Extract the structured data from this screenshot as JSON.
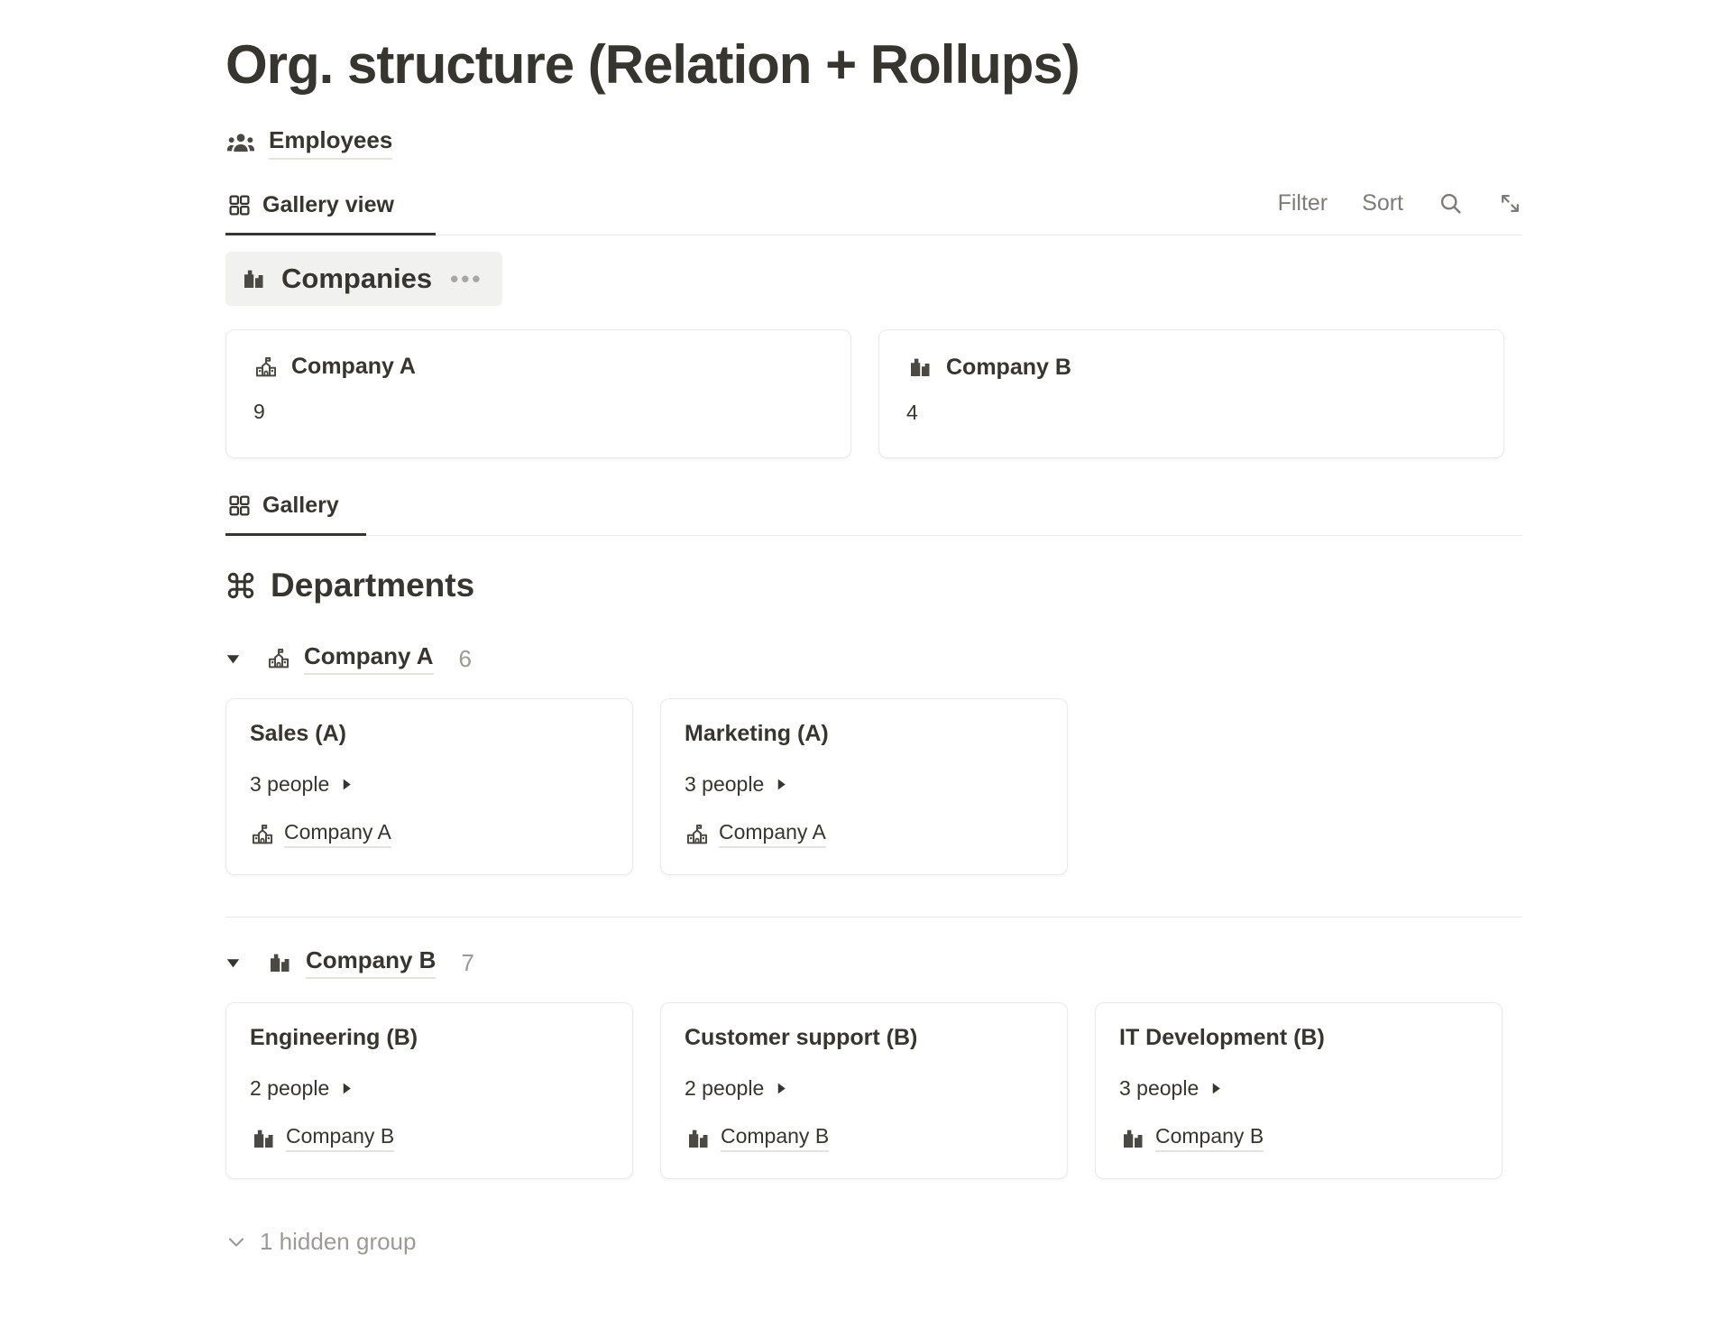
{
  "colors": {
    "text": "#37352f",
    "muted": "#7d7c78",
    "count_gray": "#9b9a97",
    "border": "#e9e9e7",
    "pill_bg": "#f1f1ef"
  },
  "page": {
    "title": "Org. structure (Relation + Rollups)"
  },
  "employees_link": {
    "icon": "people-icon",
    "label": "Employees"
  },
  "toolbar": {
    "tab": {
      "icon": "gallery-icon",
      "label": "Gallery view"
    },
    "filter_label": "Filter",
    "sort_label": "Sort",
    "icons": [
      "search-icon",
      "expand-icon"
    ]
  },
  "companies_section": {
    "header": {
      "icon": "buildings-icon",
      "label": "Companies",
      "menu_glyph": "•••"
    },
    "cards": [
      {
        "icon": "school-icon",
        "title": "Company A",
        "value": "9"
      },
      {
        "icon": "buildings-icon",
        "title": "Company B",
        "value": "4"
      }
    ]
  },
  "departments_section": {
    "tab": {
      "icon": "gallery-icon",
      "label": "Gallery"
    },
    "heading": {
      "icon": "command-icon",
      "label": "Departments"
    },
    "groups": [
      {
        "toggle": "triangle-down-icon",
        "icon": "school-icon",
        "label": "Company A",
        "count": "6",
        "cards": [
          {
            "title": "Sales (A)",
            "people": "3 people",
            "arrow": "triangle-right-icon",
            "company": {
              "icon": "school-icon",
              "label": "Company A"
            }
          },
          {
            "title": "Marketing (A)",
            "people": "3 people",
            "arrow": "triangle-right-icon",
            "company": {
              "icon": "school-icon",
              "label": "Company A"
            }
          }
        ]
      },
      {
        "toggle": "triangle-down-icon",
        "icon": "buildings-icon",
        "label": "Company B",
        "count": "7",
        "cards": [
          {
            "title": "Engineering (B)",
            "people": "2 people",
            "arrow": "triangle-right-icon",
            "company": {
              "icon": "buildings-icon",
              "label": "Company B"
            }
          },
          {
            "title": "Customer support (B)",
            "people": "2 people",
            "arrow": "triangle-right-icon",
            "company": {
              "icon": "buildings-icon",
              "label": "Company B"
            }
          },
          {
            "title": "IT Development (B)",
            "people": "3 people",
            "arrow": "triangle-right-icon",
            "company": {
              "icon": "buildings-icon",
              "label": "Company B"
            }
          }
        ]
      }
    ],
    "hidden_group": {
      "icon": "chevron-down-icon",
      "label": "1 hidden group"
    }
  }
}
